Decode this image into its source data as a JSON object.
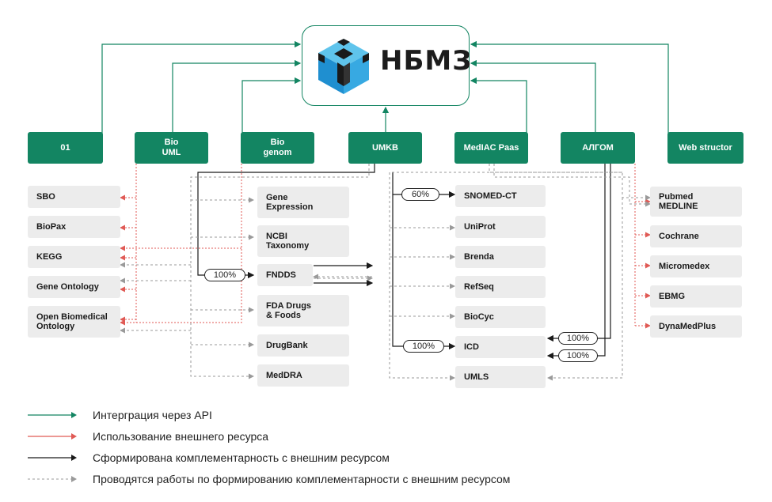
{
  "center": {
    "title": "НБМЗ"
  },
  "top_nodes": [
    {
      "id": "o1",
      "label": "01"
    },
    {
      "id": "biouml",
      "label": "Bio\nUML"
    },
    {
      "id": "biogenom",
      "label": "Bio\ngenom"
    },
    {
      "id": "umkv",
      "label": "UMKB"
    },
    {
      "id": "mediac",
      "label": "MedIAC Paas"
    },
    {
      "id": "algom",
      "label": "АЛГОМ"
    },
    {
      "id": "webstructor",
      "label": "Web structor"
    }
  ],
  "left_resources": [
    "SBO",
    "BioPax",
    "KEGG",
    "Gene Ontology",
    "Open Biomedical\nOntology"
  ],
  "middle_resources": [
    "Gene\nExpression",
    "NCBI\nTaxonomy",
    "FNDDS",
    "FDA Drugs\n& Foods",
    "DrugBank",
    "MedDRA"
  ],
  "right_center_resources": [
    "SNOMED-CT",
    "UniProt",
    "Brenda",
    "RefSeq",
    "BioCyc",
    "ICD",
    "UMLS"
  ],
  "right_resources": [
    "Pubmed\nMEDLINE",
    "Cochrane",
    "Micromedex",
    "EBMG",
    "DynaMedPlus"
  ],
  "percent_labels": {
    "snomed": "60%",
    "fndds": "100%",
    "icd": "100%",
    "icd_algom_1": "100%",
    "icd_algom_2": "100%"
  },
  "legend": [
    {
      "label": "Интерграция через API",
      "style": "green"
    },
    {
      "label": "Использование внешнего ресурса",
      "style": "red"
    },
    {
      "label": "Сформирована комплементарность с внешним ресурсом",
      "style": "black"
    },
    {
      "label": "Проводятся работы по формированию комплементарности с внешним ресурсом",
      "style": "gray-dashed"
    }
  ],
  "colors": {
    "green": "#138562",
    "red": "#e05a55",
    "black": "#1a1a1a",
    "gray": "#9a9a9a",
    "node_gray": "#ececec"
  }
}
